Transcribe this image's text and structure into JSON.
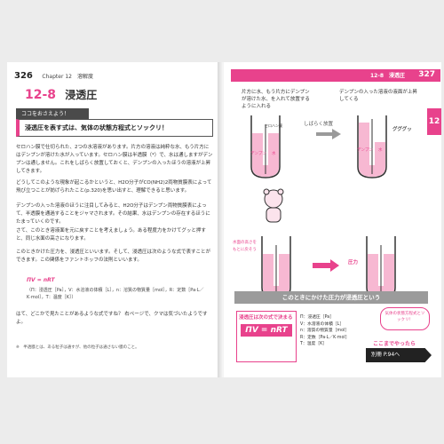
{
  "left_page": {
    "page_number": "326",
    "chapter": "Chapter 12　溶解度",
    "section_number": "12-8",
    "section_title": "浸透圧",
    "tag": "ココをおさえよう！",
    "key_point": "浸透圧を表す式は、気体の状態方程式とソックリ！",
    "para1": "セロハン膜で仕切られた、2つの水溶液があります。片方の溶液は純粋な水、もう片方にはデンプンが溶けた水が入っています。セロハン膜は半透膜（*）で、水は通しますがデンプンは通しません。これをしばらく放置しておくと、デンプンの入ったほうの溶液が上昇してきます。",
    "para2": "どうしてこのような現象が起こるかというと、H2O分子がCO(NH2)2両物質膜表によって飛び立つことが妨げられたこと(p.320)を思い出すと、理解できると思います。",
    "para3": "デンプンの入った溶液のほうに注目してみると、H2O分子はデンプン両物質膜表によって、半透膜を通過することをジャマされます。その結果、水はデンプンの存在するほうにたまっていくのです。",
    "para4": "さて、このとき溶液面を元に戻すことを考えましょう。ある程度力をかけてグッと押すと、同じ水面の高さになります。",
    "para5": "このときかけた圧力を、浸透圧といいます。そして、浸透圧は次のような式で表すことができます。この関係をファントホッフの法則といいます。",
    "formula": "ΠV = nRT",
    "defs": "（Π：浸透圧［Pa］，V：水溶液の体積［L］，n：溶質の物質量［mol］，R：定数［Pa·L／K·mol］，T：温度［K］）",
    "para6": "はて、どこかで見たことがあるような式ですね？ 右ページで、クマは気づいたようですよ。",
    "note": "※　半透膜とは、ある粒子は通すが、他の粒子は通さない膜のこと。"
  },
  "right_page": {
    "page_number": "327",
    "section_label": "12-8　浸透圧",
    "chapter_tab": "12",
    "cap1": "片方に水、もう片方にデンプンが溶けた水、を入れて放置するように入れる",
    "cap2": "デンプンの入った溶液の液面が上昇してくる",
    "wait_label": "しばらく放置",
    "push_label": "グググッ",
    "bubble_left": "水面の高さをもとに戻そう",
    "pressure_label": "圧力",
    "band_text": "このときにかけた圧力が浸透圧という",
    "formula_title": "浸透圧は次の式で決まる",
    "formula": "ΠV = nRT",
    "defs": [
      "Π：浸透圧［Pa］",
      "V：水溶液の体積［L］",
      "n：溶質の物質量［mol］",
      "R：定数［Pa·L／K·mol］",
      "T：温度［K］"
    ],
    "bear_bubble": "気体の状態方程式とソックリ！",
    "review_label": "ここまでやったら",
    "review_link": "別冊 P.94へ",
    "tube_labels": [
      "デンプン",
      "水",
      "セロハン膜"
    ]
  },
  "colors": {
    "accent": "#e8428c",
    "tube_fill": "#f7b8d2"
  }
}
